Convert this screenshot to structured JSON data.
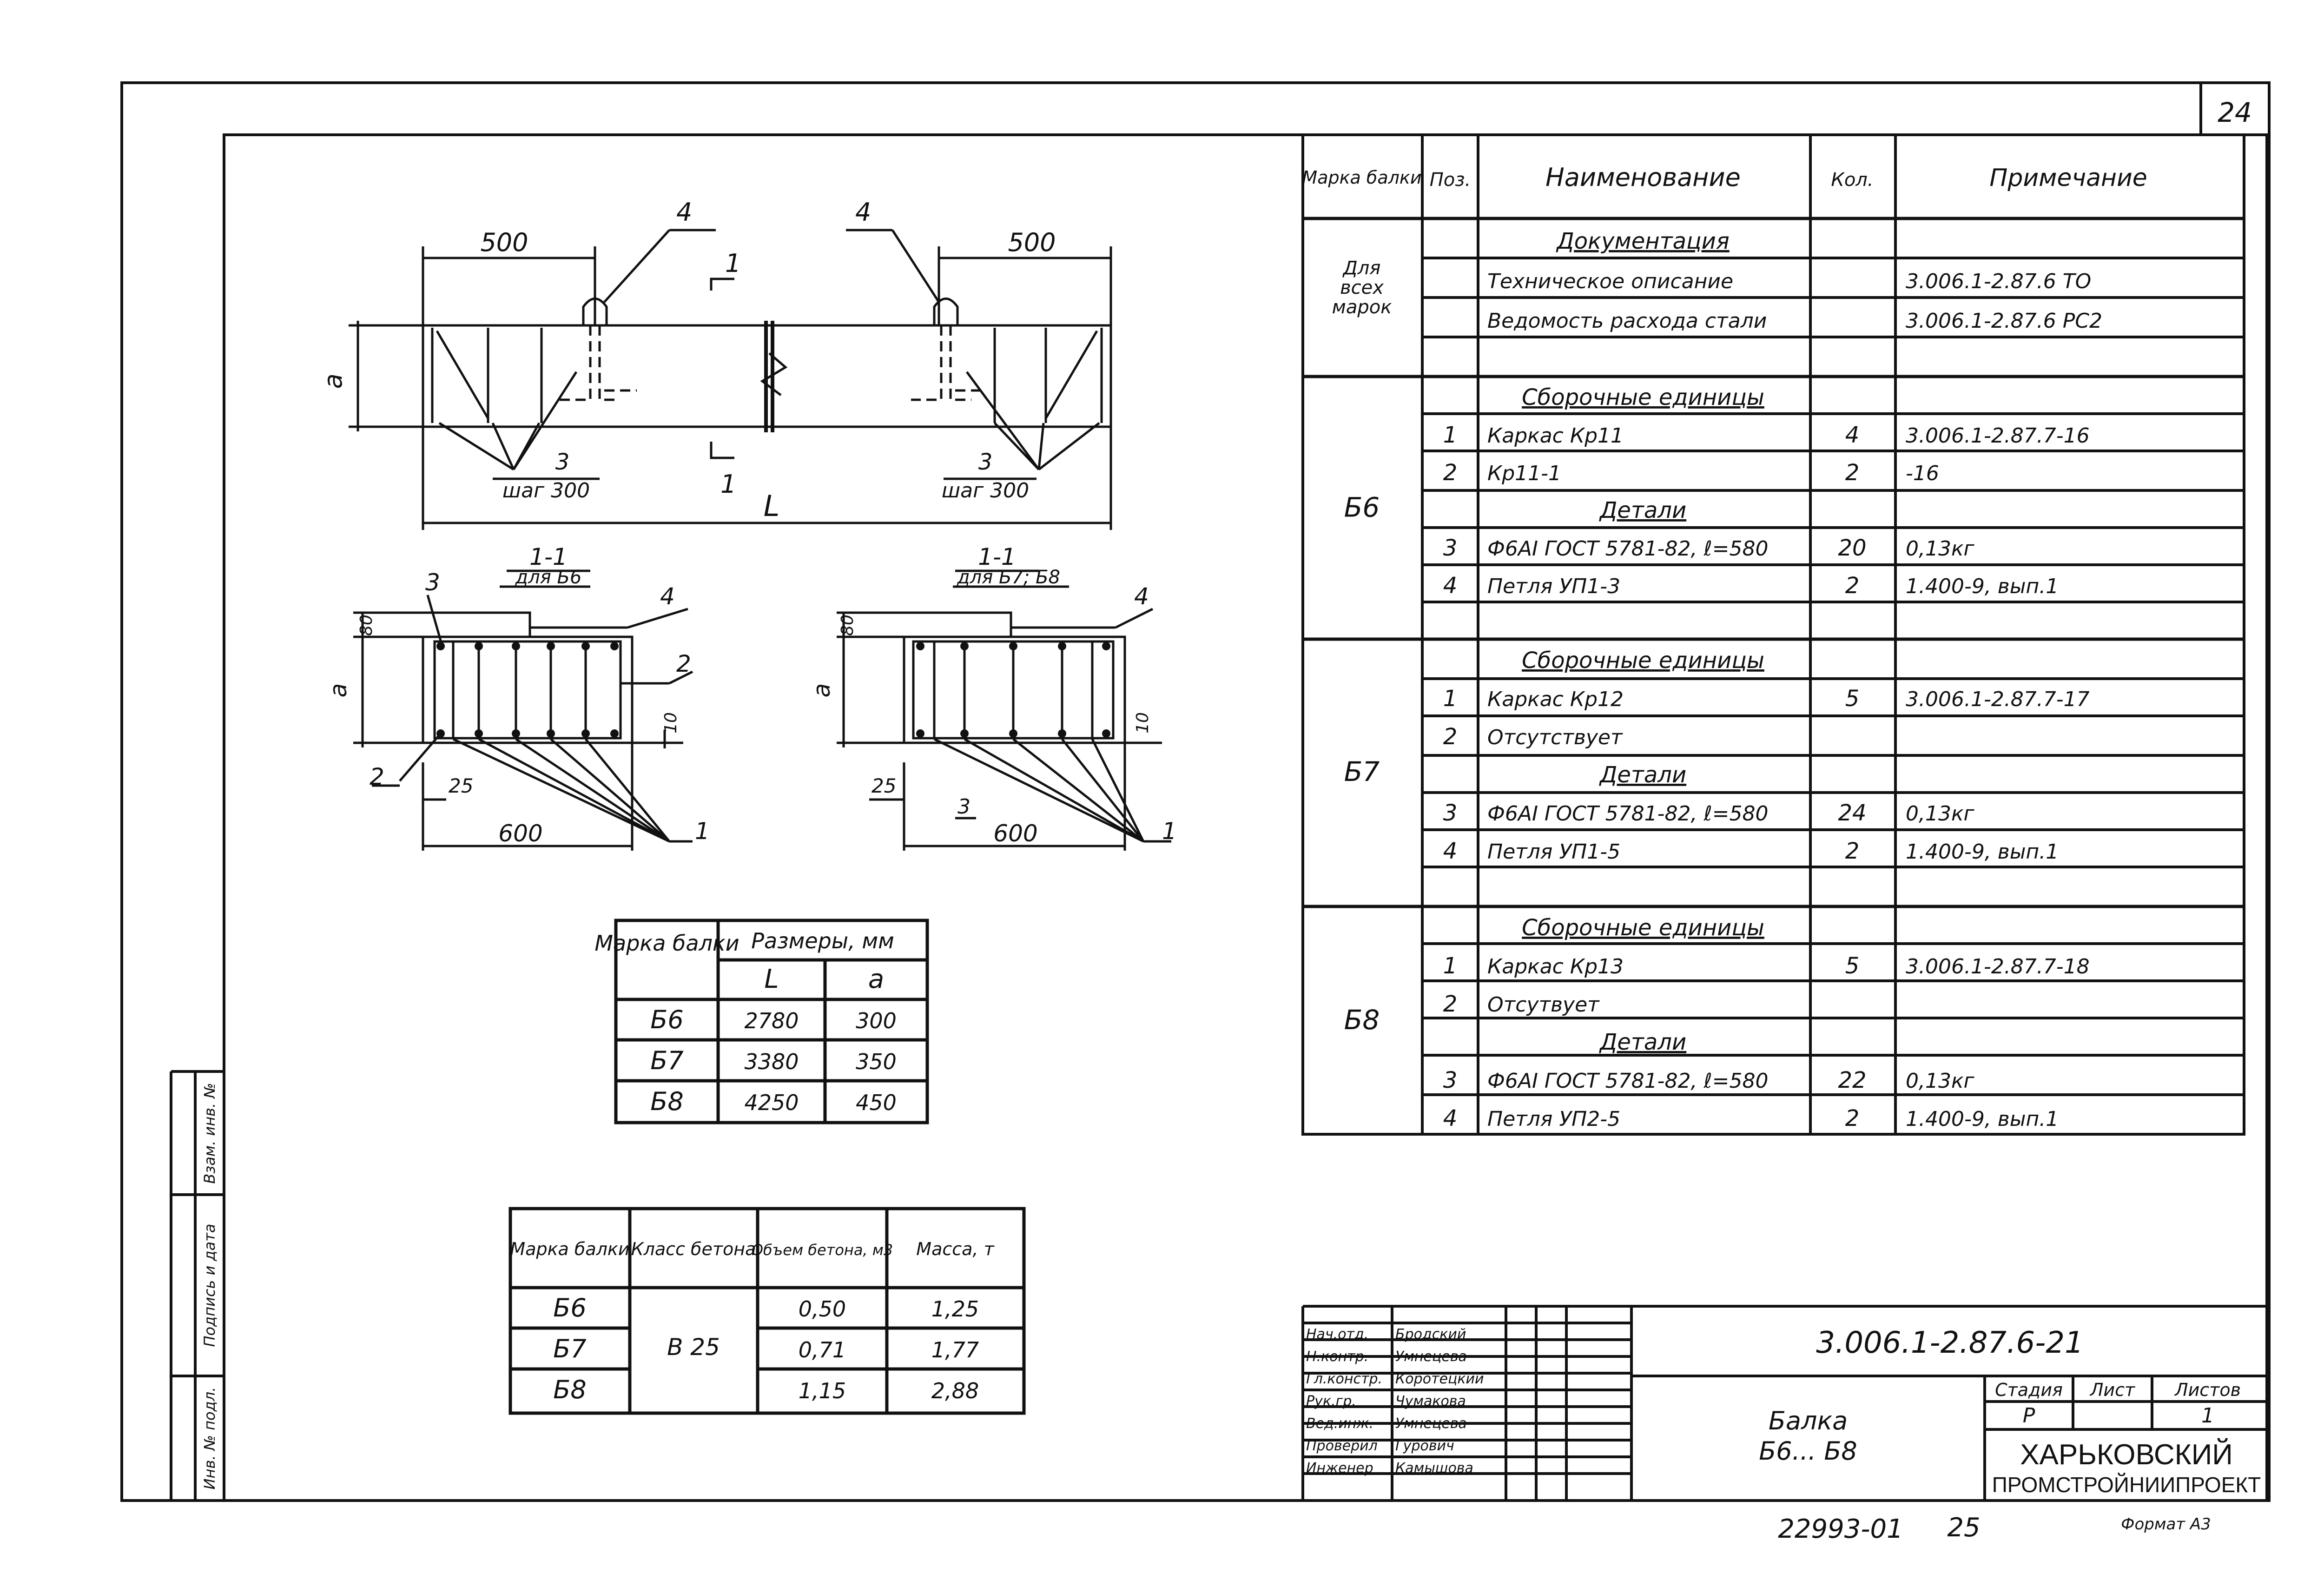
{
  "page_number": "24",
  "drawing": {
    "top_view": {
      "dim_left": "500",
      "dim_right": "500",
      "leader_4_left": "4",
      "leader_4_right": "4",
      "section_mark_top": "1",
      "section_mark_bottom": "1",
      "height_label": "a",
      "length_label": "L",
      "leader_3_left": "3",
      "step_left": "шаг 300",
      "leader_3_right": "3",
      "step_right": "шаг 300"
    },
    "section_b6": {
      "title": "1-1",
      "subtitle": "для Б6",
      "leader_3": "3",
      "leader_4": "4",
      "dim_80": "80",
      "height_label": "a",
      "leader_2_right": "2",
      "dim_10": "10",
      "leader_2_left": "2",
      "dim_25": "25",
      "dim_600": "600",
      "leader_1": "1"
    },
    "section_b7": {
      "title": "1-1",
      "subtitle": "для Б7; Б8",
      "leader_4": "4",
      "dim_80": "80",
      "height_label": "a",
      "dim_10": "10",
      "dim_25": "25",
      "leader_3": "3",
      "dim_600": "600",
      "leader_1": "1"
    }
  },
  "dims_table": {
    "h_mark": "Марка балки",
    "h_sizes": "Размеры, мм",
    "h_L": "L",
    "h_a": "a",
    "rows": [
      [
        "Б6",
        "2780",
        "300"
      ],
      [
        "Б7",
        "3380",
        "350"
      ],
      [
        "Б8",
        "4250",
        "450"
      ]
    ]
  },
  "mass_table": {
    "h_mark": "Марка балки",
    "h_class": "Класс бетона",
    "h_volume": "Объем бетона, м3",
    "h_mass": "Масса, т",
    "concrete_class": "В 25",
    "rows": [
      [
        "Б6",
        "0,50",
        "1,25"
      ],
      [
        "Б7",
        "0,71",
        "1,77"
      ],
      [
        "Б8",
        "1,15",
        "2,88"
      ]
    ]
  },
  "spec": {
    "h_mark": "Марка балки",
    "h_pos": "Поз.",
    "h_name": "Наименование",
    "h_qty": "Кол.",
    "h_note": "Примечание",
    "groups": [
      {
        "mark": "Для всех марок",
        "rows": [
          {
            "pos": "",
            "name": "Документация",
            "qty": "",
            "note": ""
          },
          {
            "pos": "",
            "name": "Техническое описание",
            "qty": "",
            "note": "3.006.1-2.87.6 ТО"
          },
          {
            "pos": "",
            "name": "Ведомость расхода стали",
            "qty": "",
            "note": "3.006.1-2.87.6 РС2"
          },
          {
            "pos": "",
            "name": "",
            "qty": "",
            "note": ""
          }
        ]
      },
      {
        "mark": "Б6",
        "rows": [
          {
            "pos": "",
            "name": "Сборочные единицы",
            "qty": "",
            "note": ""
          },
          {
            "pos": "1",
            "name": "Каркас Кр11",
            "qty": "4",
            "note": "3.006.1-2.87.7-16"
          },
          {
            "pos": "2",
            "name": "Кр11-1",
            "qty": "2",
            "note": "-16"
          },
          {
            "pos": "",
            "name": "Детали",
            "qty": "",
            "note": ""
          },
          {
            "pos": "3",
            "name": "Ф6АI ГОСТ 5781-82, ℓ=580",
            "qty": "20",
            "note": "0,13кг"
          },
          {
            "pos": "4",
            "name": "Петля УП1-3",
            "qty": "2",
            "note": "1.400-9, вып.1"
          },
          {
            "pos": "",
            "name": "",
            "qty": "",
            "note": ""
          }
        ]
      },
      {
        "mark": "Б7",
        "rows": [
          {
            "pos": "",
            "name": "Сборочные единицы",
            "qty": "",
            "note": ""
          },
          {
            "pos": "1",
            "name": "Каркас Кр12",
            "qty": "5",
            "note": "3.006.1-2.87.7-17"
          },
          {
            "pos": "2",
            "name": "Отсутствует",
            "qty": "",
            "note": ""
          },
          {
            "pos": "",
            "name": "Детали",
            "qty": "",
            "note": ""
          },
          {
            "pos": "3",
            "name": "Ф6АI ГОСТ 5781-82, ℓ=580",
            "qty": "24",
            "note": "0,13кг"
          },
          {
            "pos": "4",
            "name": "Петля УП1-5",
            "qty": "2",
            "note": "1.400-9, вып.1"
          },
          {
            "pos": "",
            "name": "",
            "qty": "",
            "note": ""
          }
        ]
      },
      {
        "mark": "Б8",
        "rows": [
          {
            "pos": "",
            "name": "Сборочные единицы",
            "qty": "",
            "note": ""
          },
          {
            "pos": "1",
            "name": "Каркас Кр13",
            "qty": "5",
            "note": "3.006.1-2.87.7-18"
          },
          {
            "pos": "2",
            "name": "Отсутвует",
            "qty": "",
            "note": ""
          },
          {
            "pos": "",
            "name": "Детали",
            "qty": "",
            "note": ""
          },
          {
            "pos": "3",
            "name": "Ф6АI ГОСТ 5781-82, ℓ=580",
            "qty": "22",
            "note": "0,13кг"
          },
          {
            "pos": "4",
            "name": "Петля УП2-5",
            "qty": "2",
            "note": "1.400-9, вып.1"
          }
        ]
      }
    ]
  },
  "title_block": {
    "doc_code": "3.006.1-2.87.6-21",
    "title_line1": "Балка",
    "title_line2": "Б6... Б8",
    "h_stage": "Стадия",
    "h_sheet": "Лист",
    "h_sheets": "Листов",
    "stage": "Р",
    "sheet": "1",
    "org_line1": "ХАРЬКОВСКИЙ",
    "org_line2": "ПРОМСТРОЙНИИПРОЕКТ",
    "signers": [
      {
        "role": "Нач.отд.",
        "name": "Бродский"
      },
      {
        "role": "Н.контр.",
        "name": "Умнецева"
      },
      {
        "role": "Гл.констр.",
        "name": "Коротецкий"
      },
      {
        "role": "Рук.гр.",
        "name": "Чумакова"
      },
      {
        "role": "Вед.инж.",
        "name": "Умнецева"
      },
      {
        "role": "Проверил",
        "name": "Гурович"
      },
      {
        "role": "Инженер",
        "name": "Камышова"
      }
    ]
  },
  "margin_labels": {
    "inv_orig": "Инв. № подл.",
    "sign_date": "Подпись и дата",
    "replace_inv": "Взам. инв. №"
  },
  "footer": {
    "bottom_code": "22993-01",
    "bottom_num": "25",
    "format": "Формат А3"
  }
}
